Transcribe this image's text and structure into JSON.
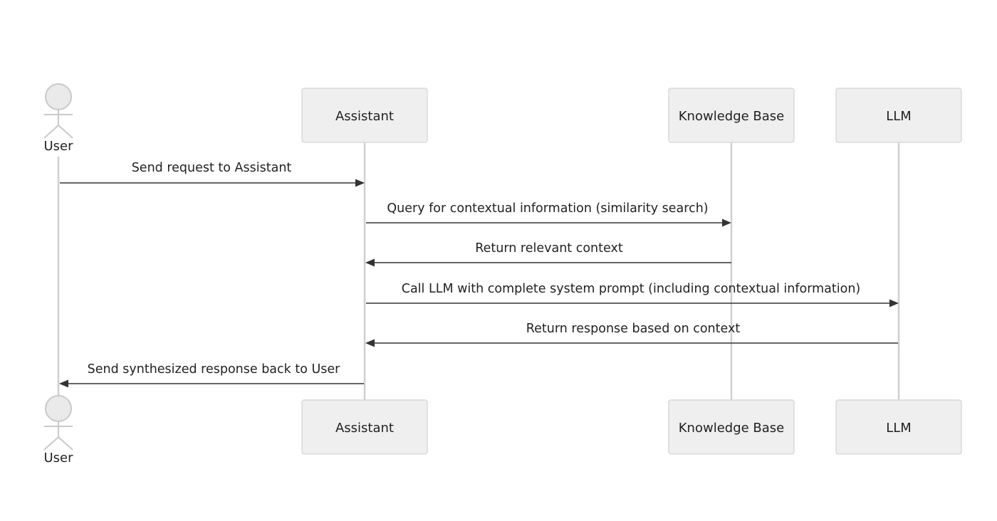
{
  "participants": [
    {
      "id": "user",
      "kind": "actor",
      "label": "User"
    },
    {
      "id": "assistant",
      "kind": "box",
      "label": "Assistant"
    },
    {
      "id": "kb",
      "kind": "box",
      "label": "Knowledge Base"
    },
    {
      "id": "llm",
      "kind": "box",
      "label": "LLM"
    }
  ],
  "messages": [
    {
      "from": "user",
      "to": "assistant",
      "label": "Send request to Assistant"
    },
    {
      "from": "assistant",
      "to": "kb",
      "label": "Query for contextual information (similarity search)"
    },
    {
      "from": "kb",
      "to": "assistant",
      "label": "Return relevant context"
    },
    {
      "from": "assistant",
      "to": "llm",
      "label": "Call LLM with complete system prompt (including contextual information)"
    },
    {
      "from": "llm",
      "to": "assistant",
      "label": "Return response based on context"
    },
    {
      "from": "assistant",
      "to": "user",
      "label": "Send synthesized response back to User"
    }
  ]
}
